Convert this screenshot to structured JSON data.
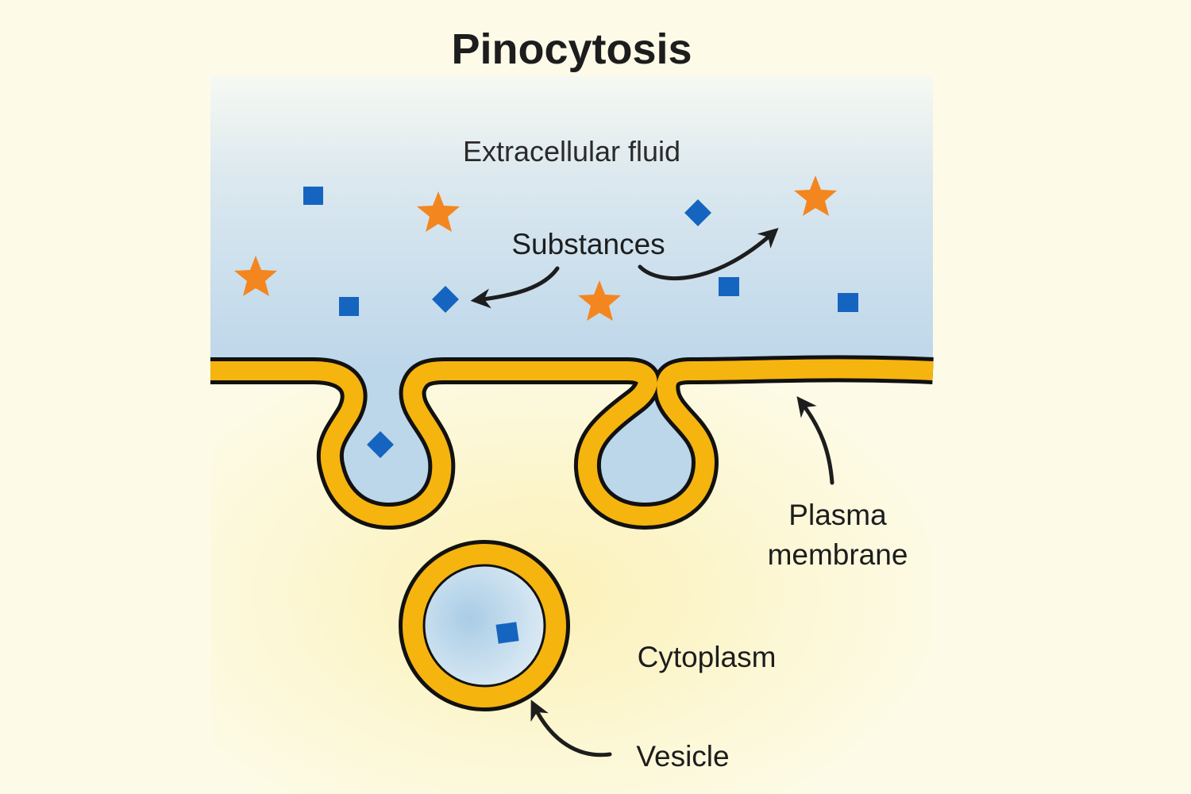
{
  "title": "Pinocytosis",
  "labels": {
    "extracellular_fluid": "Extracellular fluid",
    "substances": "Substances",
    "plasma_membrane_line1": "Plasma",
    "plasma_membrane_line2": "membrane",
    "cytoplasm": "Cytoplasm",
    "vesicle": "Vesicle"
  },
  "colors": {
    "background": "#fdfbe8",
    "extracellular": "#c9dff0",
    "cytoplasm": "#fbf3c2",
    "membrane": "#f6b40f",
    "outline": "#111111",
    "star": "#f3861f",
    "square": "#1565c0"
  },
  "icons": {
    "star": "star-icon",
    "square": "square-particle-icon",
    "arrow": "curved-arrow-icon"
  }
}
